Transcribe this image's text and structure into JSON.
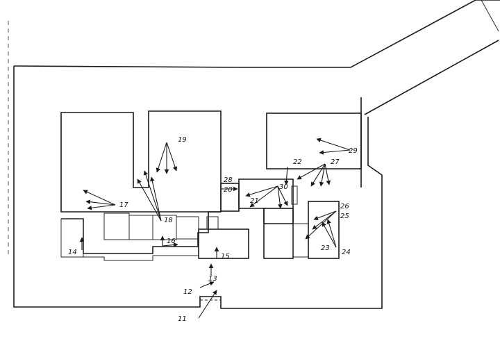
{
  "labels": {
    "n11": "11",
    "n12": "12",
    "n13": "13",
    "n14": "14",
    "n15": "15",
    "n16": "16",
    "n17": "17",
    "n18": "18",
    "n19": "19",
    "n20": "20",
    "n21": "21",
    "n22": "22",
    "n23": "23",
    "n24": "24",
    "n25": "25",
    "n26": "26",
    "n27": "27",
    "n28": "28",
    "n29": "29",
    "n30": "30"
  },
  "colors": {
    "ink": "#1a1a1a",
    "paper": "#ffffff"
  }
}
